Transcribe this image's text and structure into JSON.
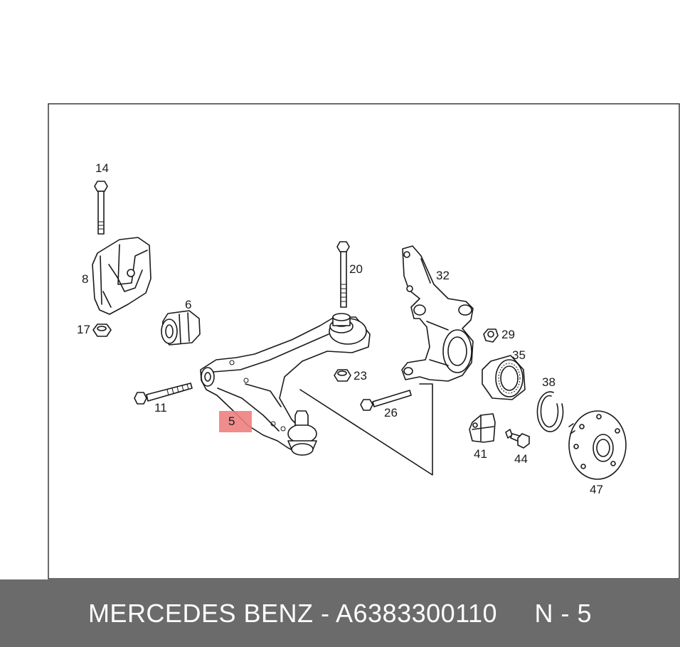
{
  "diagram": {
    "callouts": [
      {
        "id": "14",
        "text": "14"
      },
      {
        "id": "8",
        "text": "8"
      },
      {
        "id": "17",
        "text": "17"
      },
      {
        "id": "6",
        "text": "6"
      },
      {
        "id": "20",
        "text": "20"
      },
      {
        "id": "32",
        "text": "32"
      },
      {
        "id": "29",
        "text": "29"
      },
      {
        "id": "35",
        "text": "35"
      },
      {
        "id": "23",
        "text": "23"
      },
      {
        "id": "38",
        "text": "38"
      },
      {
        "id": "11",
        "text": "11"
      },
      {
        "id": "26",
        "text": "26"
      },
      {
        "id": "5",
        "text": "5"
      },
      {
        "id": "41",
        "text": "41"
      },
      {
        "id": "44",
        "text": "44"
      },
      {
        "id": "47",
        "text": "47"
      }
    ],
    "highlighted_part": "5",
    "highlight_color": "#f08080"
  },
  "footer": {
    "text": "MERCEDES BENZ - A6383300110     N - 5",
    "background_color": "#6b6b6b",
    "text_color": "#ffffff"
  }
}
